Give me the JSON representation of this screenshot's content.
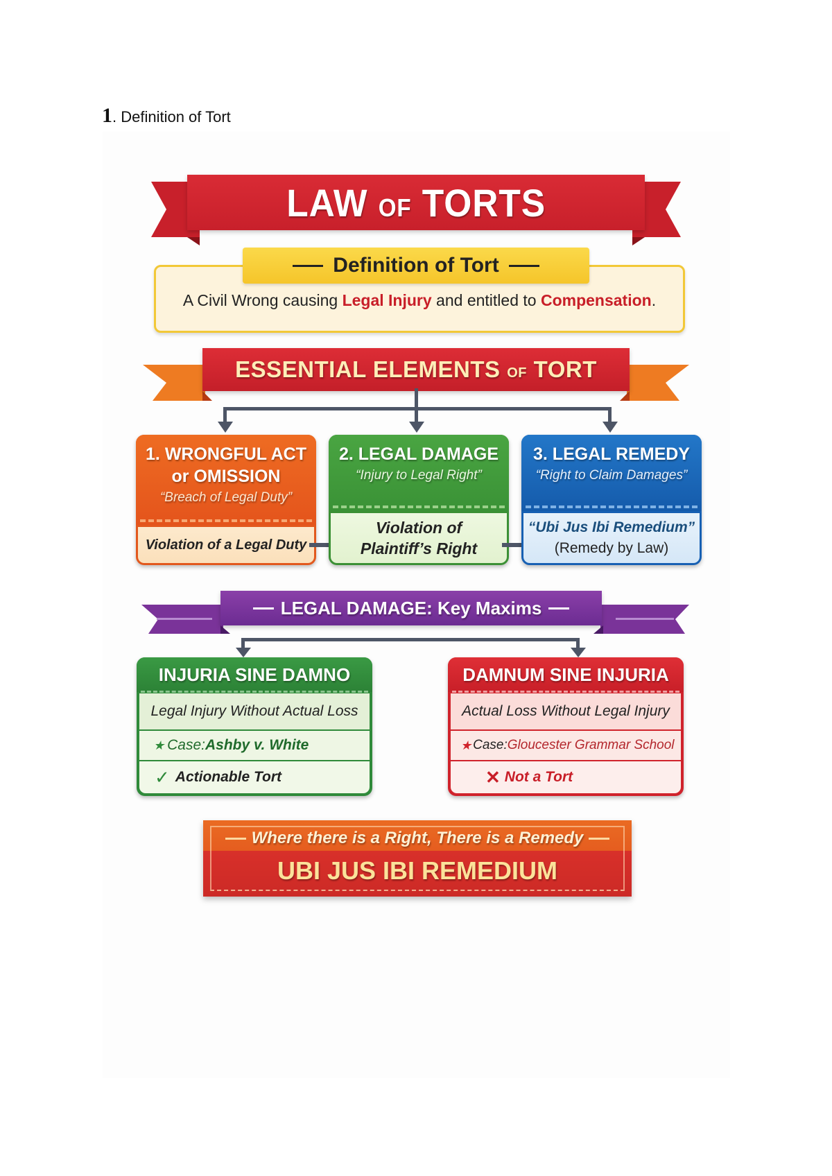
{
  "document": {
    "section_number": "1",
    "section_title": ". Definition of Tort"
  },
  "infographic": {
    "title": {
      "part1": "LAW ",
      "part2": "OF",
      "part3": " TORTS"
    },
    "definition": {
      "label": "Definition of Tort",
      "text_1": "A Civil Wrong causing ",
      "highlight_1": "Legal Injury",
      "text_2": " and entitled to ",
      "highlight_2": "Compensation",
      "text_3": "."
    },
    "essential_elements": {
      "title_part1": "ESSENTIAL ELEMENTS ",
      "title_part2": "OF",
      "title_part3": " TORT",
      "cards": [
        {
          "heading_line1": "1. WRONGFUL ACT",
          "heading_line2": "or OMISSION",
          "quote": "“Breach of Legal Duty”",
          "detail_line1": "Violation of a Legal Duty",
          "detail_line2": "",
          "color": "#e8601f"
        },
        {
          "heading_line1": "2. LEGAL DAMAGE",
          "quote": "“Injury to Legal Right”",
          "detail_line1": "Violation of",
          "detail_line2": "Plaintiff’s Right",
          "color": "#3f9a3a"
        },
        {
          "heading_line1": "3. LEGAL REMEDY",
          "quote": "“Right to Claim Damages”",
          "detail_line1": "“Ubi Jus Ibi Remedium”",
          "detail_line2": "(Remedy by Law)",
          "color": "#1a66b8"
        }
      ]
    },
    "key_maxims": {
      "title": "LEGAL DAMAGE: Key Maxims",
      "cards": [
        {
          "heading": "INJURIA SINE DAMNO",
          "meaning": "Legal Injury Without Actual Loss",
          "case_label": "Case: ",
          "case_name": "Ashby v. White",
          "verdict_icon": "check-icon",
          "verdict": "Actionable Tort",
          "color": "#2f8a3a"
        },
        {
          "heading": "DAMNUM SINE INJURIA",
          "meaning": "Actual Loss Without Legal Injury",
          "case_label": "Case: ",
          "case_name": "Gloucester Grammar School",
          "verdict_icon": "cross-icon",
          "verdict": "Not a Tort",
          "color": "#d0232c"
        }
      ]
    },
    "maxim_banner": {
      "subtitle": "Where there is a Right, There is a Remedy",
      "title": "UBI JUS IBI REMEDIUM"
    },
    "colors": {
      "red": "#cc2029",
      "orange": "#e8601f",
      "yellow": "#f5c52a",
      "green": "#3f9a3a",
      "blue": "#1a66b8",
      "purple": "#7a3399",
      "connector": "#4d5566"
    }
  }
}
